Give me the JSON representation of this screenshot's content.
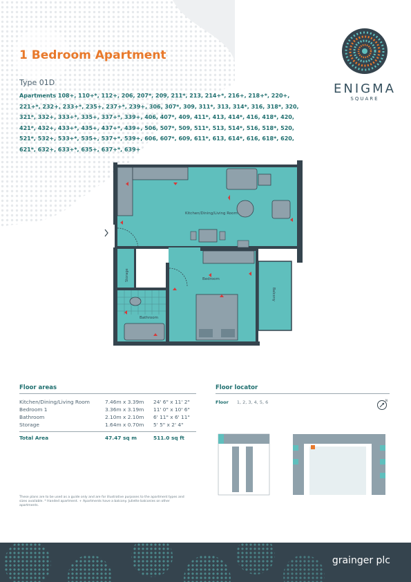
{
  "header": {
    "title": "1 Bedroom Apartment",
    "type": "Type 01D",
    "apartments": "Apartments 108+, 110+*, 112+, 206, 207*, 209, 211*, 213, 214+*, 216+, 218+*, 220+, 221+*, 232+, 233+*, 235+, 237+*, 239+, 306, 307*, 309, 311*, 313, 314*, 316, 318*, 320, 321*, 332+, 333+*, 335+, 337+*, 339+, 406, 407*, 409, 411*, 413, 414*, 416, 418*, 420, 421*, 432+, 433+*, 435+, 437+*, 439+, 506, 507*, 509, 511*, 513, 514*, 516, 518*, 520, 521*, 532+, 533+*, 535+, 537+*, 539+, 606, 607*, 609, 611*, 613, 614*, 616, 618*, 620, 621*, 632+, 633+*, 635+, 637+*, 639+"
  },
  "logo": {
    "word": "ENIGMA",
    "sub": "SQUARE"
  },
  "plan": {
    "rooms": {
      "living": "Kitchen/Dining/Living Room",
      "bedroom": "Bedroom",
      "bathroom": "Bathroom",
      "storage": "Storage",
      "balcony": "Balcony"
    }
  },
  "floor_areas": {
    "title": "Floor areas",
    "rows": [
      {
        "room": "Kitchen/Dining/Living Room",
        "metric": "7.46m x 3.39m",
        "imperial": "24' 6\" x 11' 2\""
      },
      {
        "room": "Bedroom 1",
        "metric": "3.36m x 3.19m",
        "imperial": "11' 0\" x 10' 6\""
      },
      {
        "room": "Bathroom",
        "metric": "2.10m x 2.10m",
        "imperial": "6' 11\" x 6' 11\""
      },
      {
        "room": "Storage",
        "metric": "1.64m x 0.70m",
        "imperial": "5' 5\" x 2' 4\""
      }
    ],
    "total": {
      "label": "Total Area",
      "metric": "47.47 sq m",
      "imperial": "511.0 sq ft"
    }
  },
  "floor_locator": {
    "title": "Floor locator",
    "label": "Floor",
    "floors": "1, 2, 3, 4, 5, 6"
  },
  "disclaimer": "These plans are to be used as a guide only and are for illustrative purposes to the apartment types and sizes available. * Handed apartment. + Apartments have a balcony. Juliette balconies on other apartments.",
  "footer": {
    "brand": "grainger plc"
  },
  "colors": {
    "accent": "#e8792b",
    "teal": "#5fbfbd",
    "dark": "#35444e",
    "navy": "#1f6f6f"
  }
}
